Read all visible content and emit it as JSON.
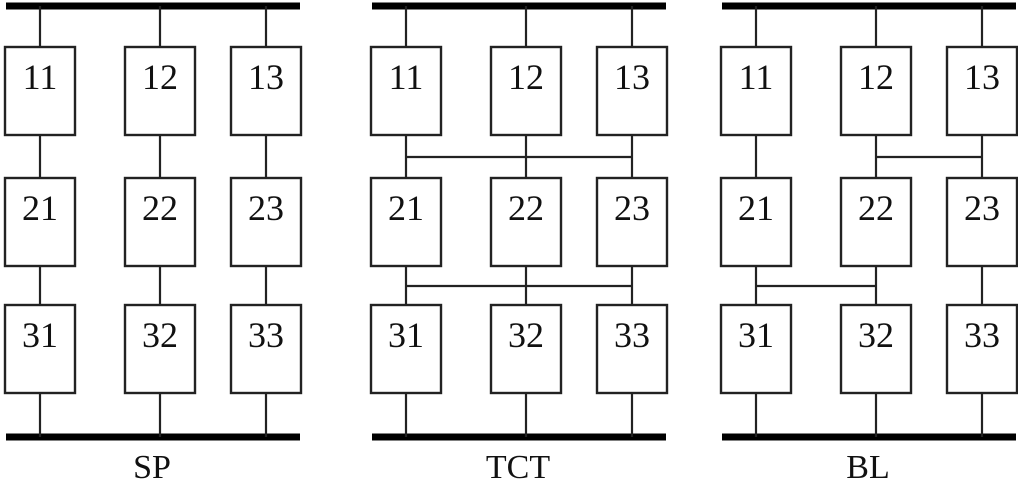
{
  "configurations": [
    {
      "label": "SP",
      "rows": [
        [
          "11",
          "12",
          "13"
        ],
        [
          "21",
          "22",
          "23"
        ],
        [
          "31",
          "32",
          "33"
        ]
      ],
      "ties": []
    },
    {
      "label": "TCT",
      "rows": [
        [
          "11",
          "12",
          "13"
        ],
        [
          "21",
          "22",
          "23"
        ],
        [
          "31",
          "32",
          "33"
        ]
      ],
      "ties": [
        {
          "between_rows": [
            0,
            1
          ],
          "from_col": 0,
          "to_col": 2
        },
        {
          "between_rows": [
            1,
            2
          ],
          "from_col": 0,
          "to_col": 2
        }
      ]
    },
    {
      "label": "BL",
      "rows": [
        [
          "11",
          "12",
          "13"
        ],
        [
          "21",
          "22",
          "23"
        ],
        [
          "31",
          "32",
          "33"
        ]
      ],
      "ties": [
        {
          "between_rows": [
            0,
            1
          ],
          "from_col": 1,
          "to_col": 2
        },
        {
          "between_rows": [
            1,
            2
          ],
          "from_col": 0,
          "to_col": 1
        }
      ]
    }
  ]
}
